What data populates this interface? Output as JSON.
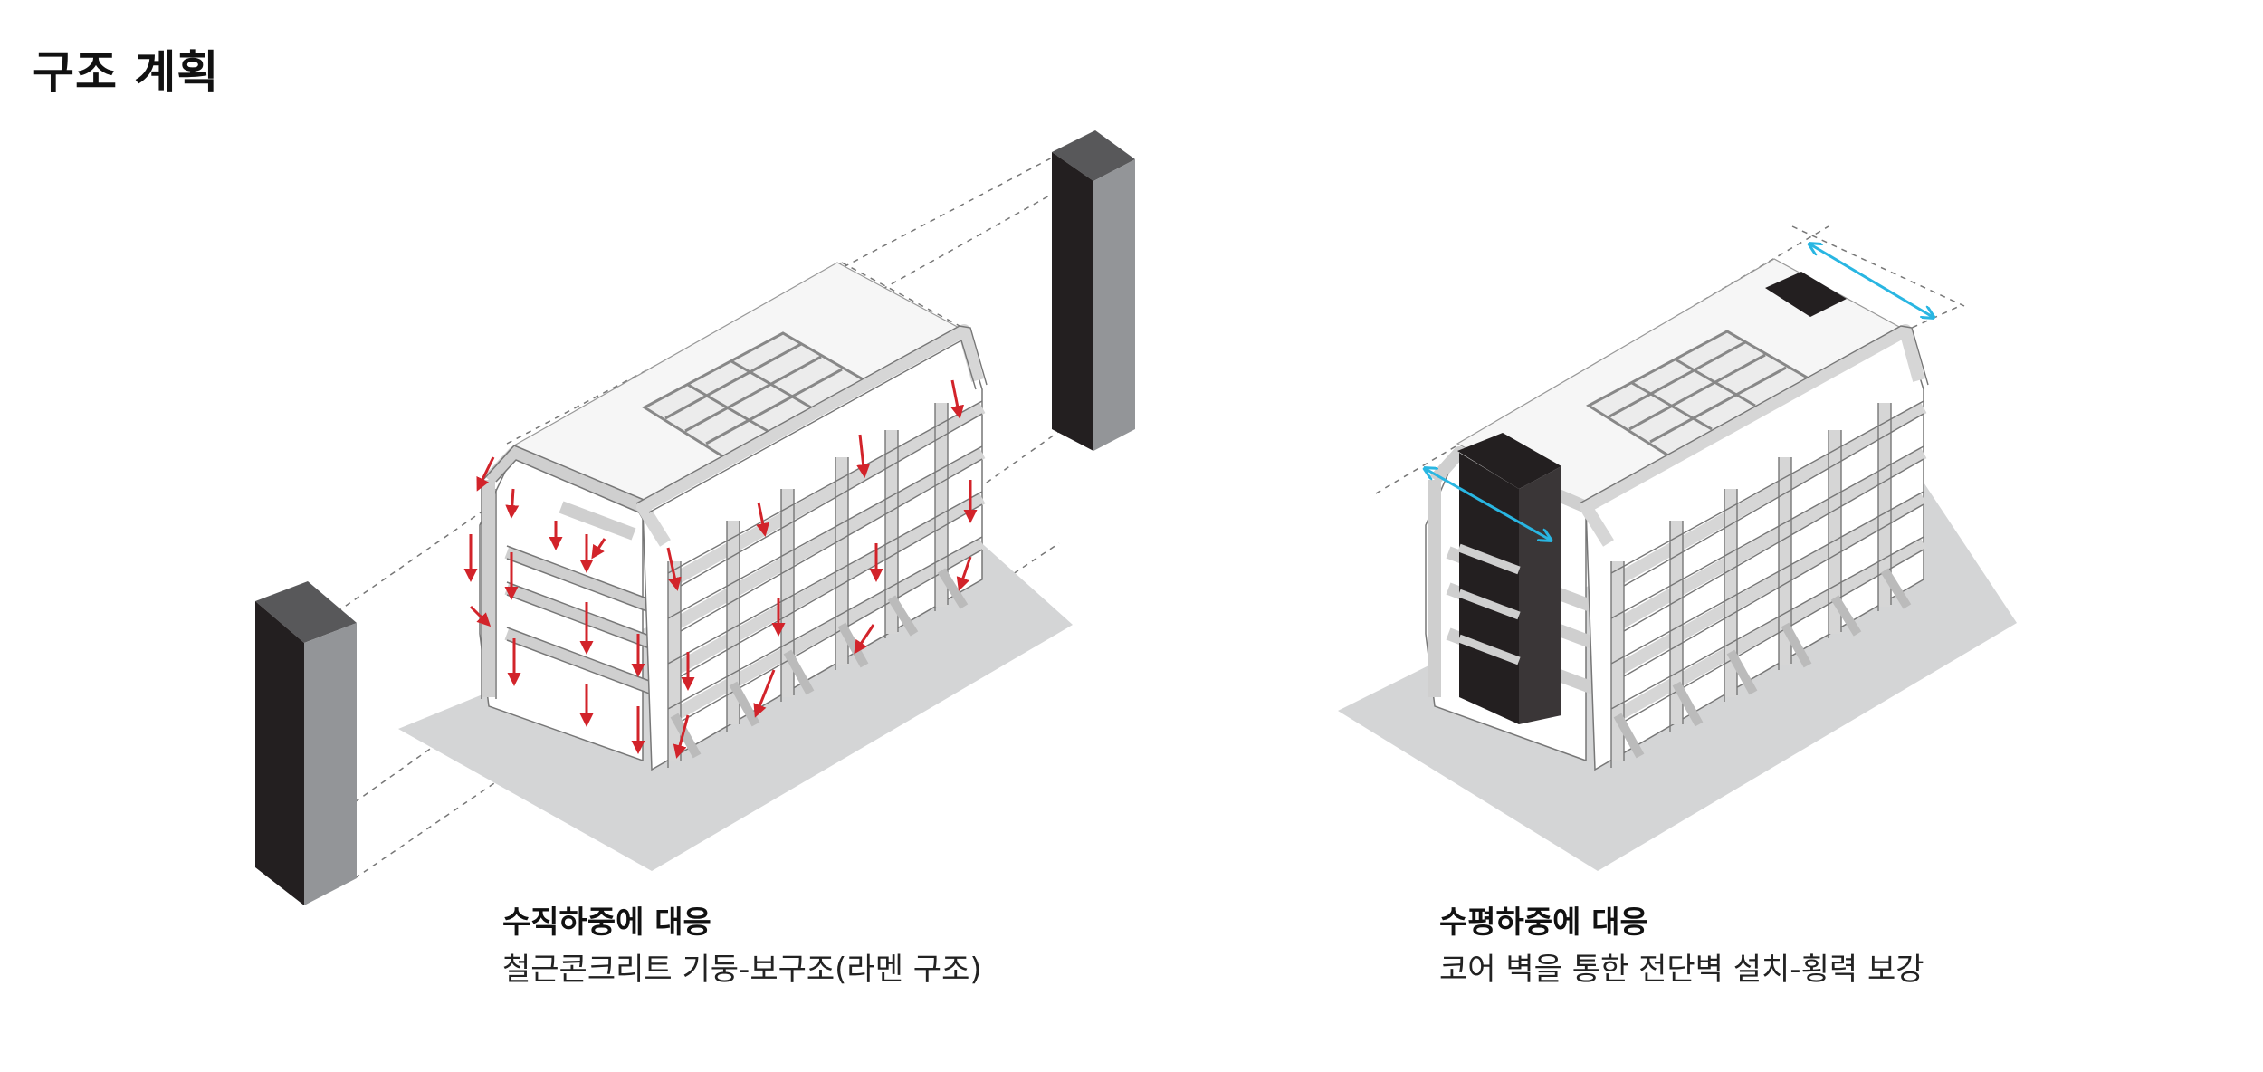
{
  "title": "구조 계획",
  "colors": {
    "frame": "#e4e4e4",
    "frame_stroke": "#666666",
    "ground": "#d4d5d6",
    "core_dark": "#231f20",
    "core_side": "#939598",
    "load_arrow": "#d2232a",
    "lateral_arrow": "#29b6e2",
    "guide_line": "#777777"
  },
  "icons": {
    "vertical_load": "down-arrow-icon",
    "lateral_span": "double-arrow-icon"
  },
  "left_diagram": {
    "heading": "수직하중에 대응",
    "description": "철근콘크리트 기둥-보구조(라멘 구조)"
  },
  "right_diagram": {
    "heading": "수평하중에 대응",
    "description": "코어 벽을 통한 전단벽 설치-횡력 보강"
  }
}
